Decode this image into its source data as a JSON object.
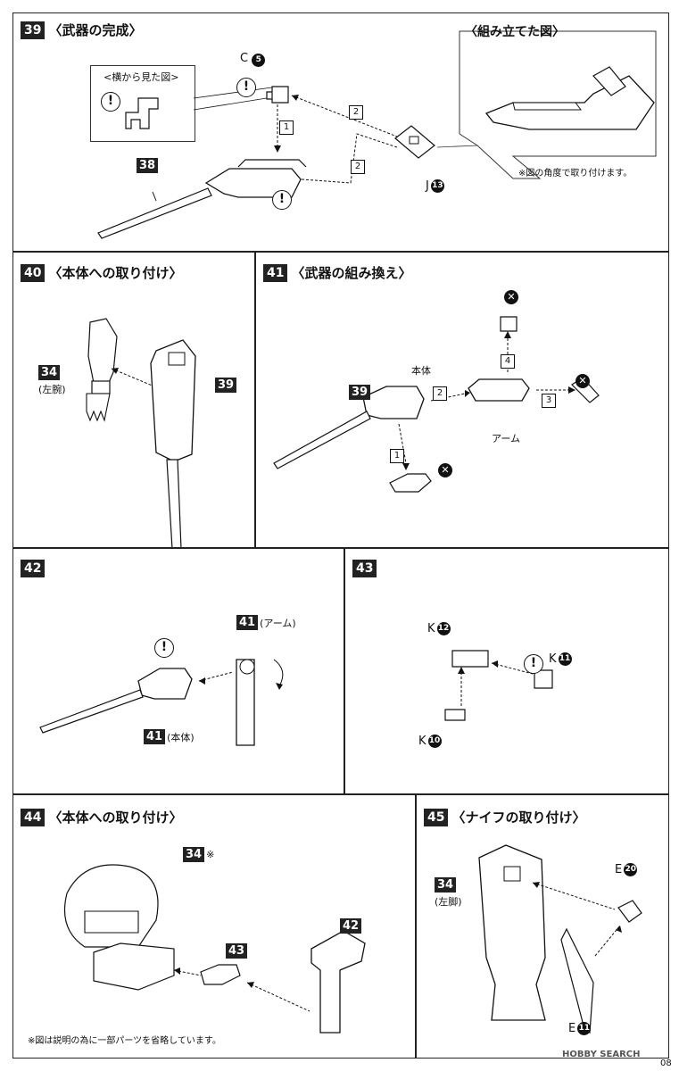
{
  "step39": {
    "number": "39",
    "title": "〈武器の完成〉",
    "side_view_label": "<横から見た図>",
    "part_c": "C",
    "part_c_num": "5",
    "part_j": "J",
    "part_j_num": "13",
    "part_38": "38",
    "arrow1": "1",
    "arrow2a": "2",
    "arrow2b": "2",
    "assembled_title": "〈組み立てた図〉",
    "angle_note": "※図の角度で取り付けます。"
  },
  "step40": {
    "number": "40",
    "title": "〈本体への取り付け〉",
    "part_34": "34",
    "part_34_note": "(左腕)",
    "part_39": "39"
  },
  "step41": {
    "number": "41",
    "title": "〈武器の組み換え〉",
    "part_39": "39",
    "label_body": "本体",
    "label_arm": "アーム",
    "a1": "1",
    "a2": "2",
    "a3": "3",
    "a4": "4"
  },
  "step42": {
    "number": "42",
    "part_41_arm": "41",
    "part_41_arm_note": "(アーム)",
    "part_41_body": "41",
    "part_41_body_note": "(本体)"
  },
  "step43": {
    "number": "43",
    "k12": "K",
    "k12_num": "12",
    "k11": "K",
    "k11_num": "11",
    "k10": "K",
    "k10_num": "10"
  },
  "step44": {
    "number": "44",
    "title": "〈本体への取り付け〉",
    "part_34": "34",
    "part_34_mark": "※",
    "part_43": "43",
    "part_42": "42",
    "note": "※図は説明の為に一部パーツを省略しています。"
  },
  "step45": {
    "number": "45",
    "title": "〈ナイフの取り付け〉",
    "part_34": "34",
    "part_34_note": "(左脚)",
    "e20": "E",
    "e20_num": "20",
    "e11": "E",
    "e11_num": "11"
  },
  "footer": {
    "watermark": "HOBBY SEARCH",
    "page": "08"
  },
  "icons": {
    "warning": "warning-icon",
    "remove": "remove-x-icon",
    "rotate": "rotate-arrow-icon"
  }
}
